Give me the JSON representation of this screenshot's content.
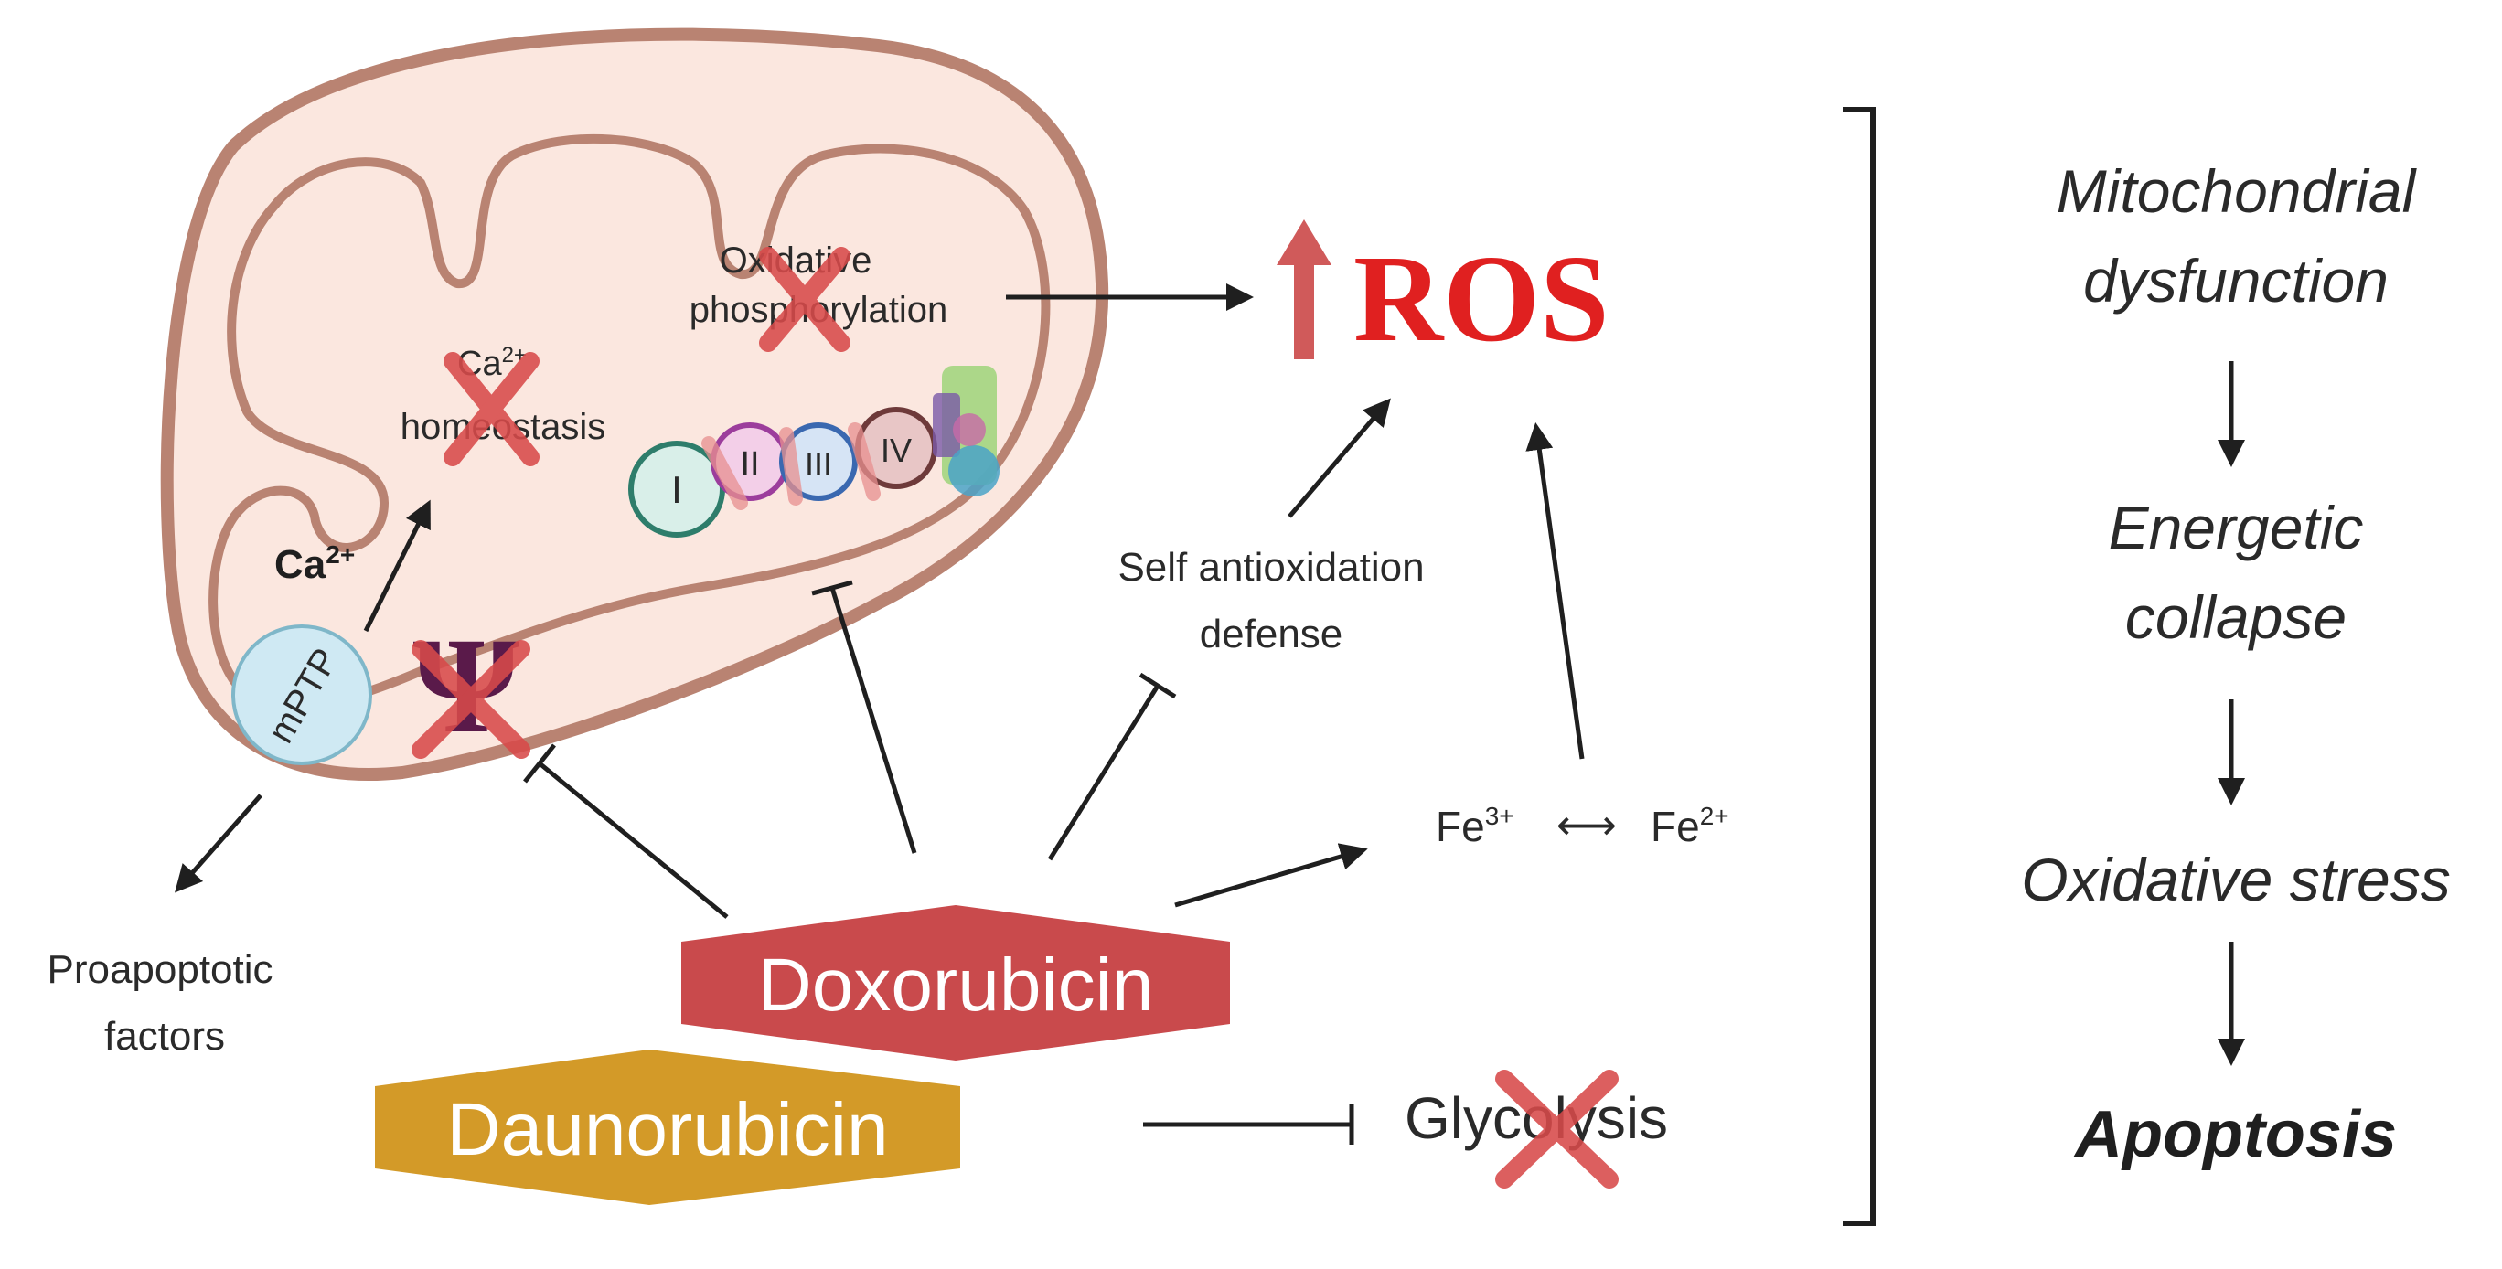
{
  "mitochondrion": {
    "oxphos_label": [
      "Oxidative",
      "phosphorylation"
    ],
    "ca_homeostasis_label": [
      "Ca",
      "2+",
      "homeostasis"
    ],
    "complexes": [
      "I",
      "II",
      "III",
      "IV"
    ],
    "ca_ion": {
      "symbol": "Ca",
      "charge": "2+"
    },
    "mptp_label": "mPTP",
    "psi_symbol": "Ψ"
  },
  "ros": {
    "label": "ROS"
  },
  "antioxidant": {
    "label": [
      "Self antioxidation",
      "defense"
    ]
  },
  "iron": {
    "fe3": "Fe",
    "fe3_charge": "3+",
    "fe2": "Fe",
    "fe2_charge": "2+",
    "arrow": "⟷"
  },
  "glycolysis": {
    "label": "Glycolysis"
  },
  "proapoptotic": {
    "label": [
      "Proapoptotic",
      "factors"
    ]
  },
  "drugs": {
    "doxorubicin": "Doxorubicin",
    "daunorubicin": "Daunorubicin"
  },
  "cascade": {
    "steps": [
      [
        "Mitochondrial",
        "dysfunction"
      ],
      [
        "Energetic",
        "collapse"
      ],
      [
        "Oxidative stress"
      ]
    ],
    "final": "Apoptosis"
  },
  "colors": {
    "red_accent": "#e02020",
    "cross_red": "#d84a4a",
    "doxorubicin_fill": "#c94a4c",
    "daunorubicin_fill": "#d39a28",
    "mito_outer": "#b98372",
    "mito_fill": "#fbe7df",
    "mptp_fill": "#cfe9f3",
    "psi_purple": "#5a1a4a"
  }
}
